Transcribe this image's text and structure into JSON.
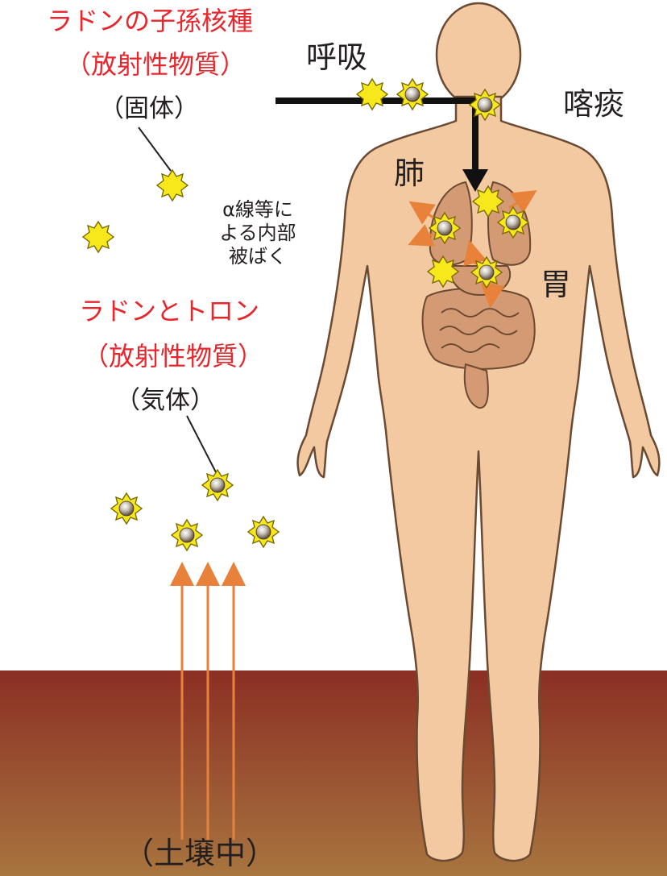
{
  "legend": {
    "progeny_title": "ラドンの子孫核種",
    "progeny_sub": "（放射性物質）",
    "progeny_state": "（固体）",
    "gas_title": "ラドンとトロン",
    "gas_sub": "（放射性物質）",
    "gas_state": "（気体）",
    "exposure_line1": "α線等に",
    "exposure_line2": "よる内部",
    "exposure_line3": "被ばく"
  },
  "body_labels": {
    "breathing": "呼吸",
    "expectoration": "喀痰",
    "lung": "肺",
    "stomach": "胃"
  },
  "ground": {
    "label": "（土壌中）"
  },
  "colors": {
    "title_red": "#e8262c",
    "skin": "#f2c9a0",
    "skin_outline": "#6b4a33",
    "ground_top": "#8b2f24",
    "ground_bottom": "#a8753f",
    "particle_yellow": "#f7e81c",
    "arrow_orange": "#e8823a",
    "organ": "#d49a74"
  }
}
